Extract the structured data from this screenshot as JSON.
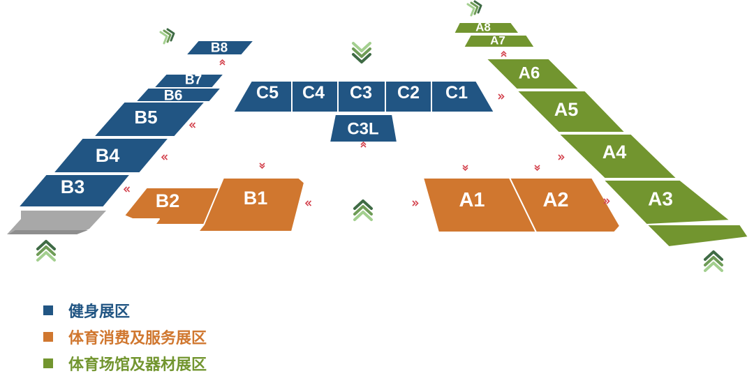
{
  "colors": {
    "fitness": "#215583",
    "consumption": "#D0772F",
    "venue": "#72952F",
    "gray": "#a8a8a8",
    "flow_arrow": "#d3414c",
    "entrance_green": "#6f9c57",
    "entrance_light": "#a3cf8f",
    "entrance_dark": "#3f6b45"
  },
  "halls": {
    "b8": "B8",
    "b7": "B7",
    "b6": "B6",
    "b5": "B5",
    "b4": "B4",
    "b3": "B3",
    "b2": "B2",
    "b1": "B1",
    "c5": "C5",
    "c4": "C4",
    "c3": "C3",
    "c2": "C2",
    "c1": "C1",
    "c3l": "C3L",
    "a8": "A8",
    "a7": "A7",
    "a6": "A6",
    "a5": "A5",
    "a4": "A4",
    "a3": "A3",
    "a1": "A1",
    "a2": "A2"
  },
  "legend": [
    {
      "label": "健身展区",
      "color": "#215583"
    },
    {
      "label": "体育消费及服务展区",
      "color": "#D0772F"
    },
    {
      "label": "体育场馆及器材展区",
      "color": "#72952F"
    }
  ]
}
